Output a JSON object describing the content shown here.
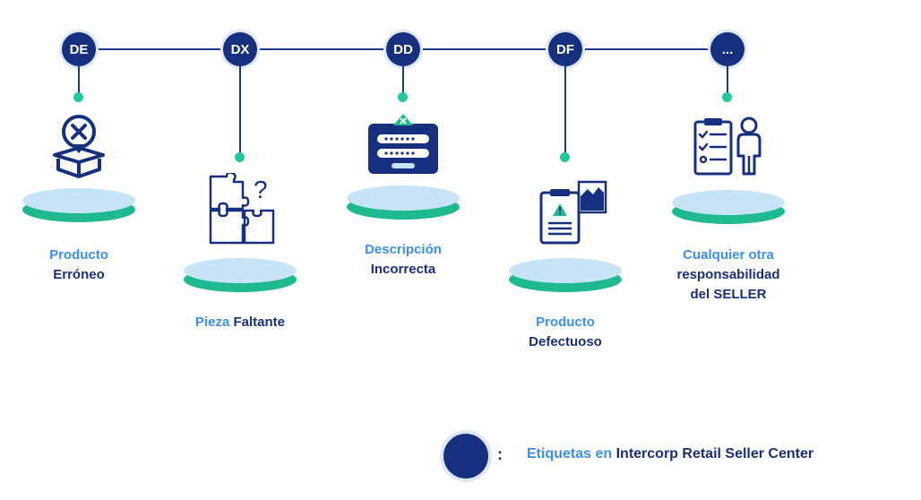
{
  "steps": [
    {
      "code": "DE",
      "label_light": "Producto",
      "label_dark": "Erróneo",
      "icon": "box-error-icon"
    },
    {
      "code": "DX",
      "label_light": "Pieza",
      "label_dark": "Faltante",
      "icon": "puzzle-question-icon"
    },
    {
      "code": "DD",
      "label_light": "Descripción",
      "label_dark": "Incorrecta",
      "icon": "form-error-icon"
    },
    {
      "code": "DF",
      "label_light": "Producto",
      "label_dark": "Defectuoso",
      "icon": "clipboard-warning-icon"
    },
    {
      "code": "...",
      "label_light": "Cualquier otra",
      "label_dark": "responsabilidad del SELLER",
      "icon": "checklist-person-icon"
    }
  ],
  "legend": {
    "separator": ":",
    "text_light": "Etiquetas en",
    "text_dark": "Intercorp Retail Seller Center"
  },
  "colors": {
    "navy": "#16307f",
    "teal": "#1fb98f",
    "light_blue": "#3b8ff0",
    "pale_blue": "#c7e4f7"
  }
}
